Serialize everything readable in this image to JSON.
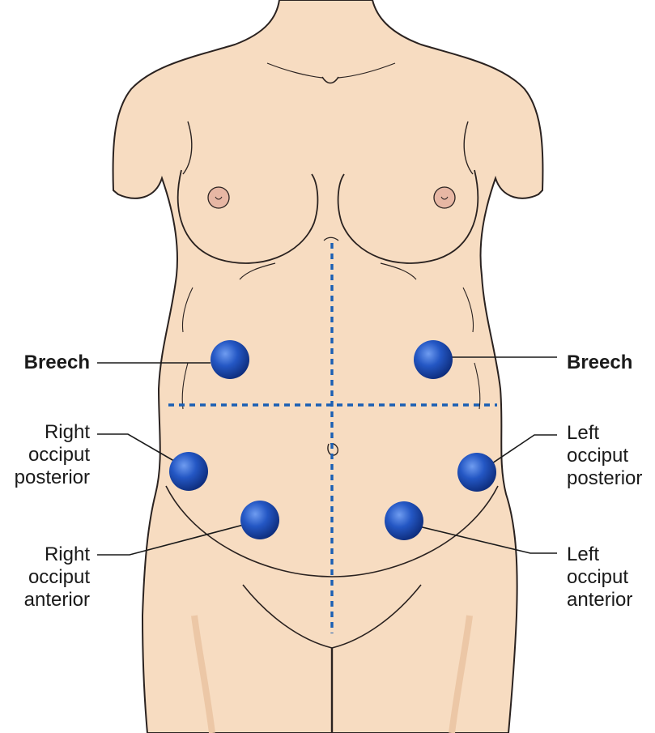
{
  "colors": {
    "skin": "#f7dcc1",
    "skin_shade": "#ecc7a6",
    "outline": "#2a2220",
    "nipple": "#e7b7a4",
    "marker": "#1d4fb8",
    "marker_dark": "#0d2f80",
    "marker_light": "#5c8de6",
    "guide_line": "#1a5fb4",
    "label_text": "#1a1a1a"
  },
  "labels": {
    "breech_right": "Breech",
    "breech_left": "Breech",
    "rop": [
      "Right",
      "occiput",
      "posterior"
    ],
    "roa": [
      "Right",
      "occiput",
      "anterior"
    ],
    "lop": [
      "Left",
      "occiput",
      "posterior"
    ],
    "loa": [
      "Left",
      "occiput",
      "anterior"
    ]
  },
  "markers": [
    {
      "id": "breech-right-marker",
      "label": "Breech"
    },
    {
      "id": "breech-left-marker",
      "label": "Breech"
    },
    {
      "id": "rop-marker",
      "label": "Right occiput posterior"
    },
    {
      "id": "roa-marker",
      "label": "Right occiput anterior"
    },
    {
      "id": "lop-marker",
      "label": "Left occiput posterior"
    },
    {
      "id": "loa-marker",
      "label": "Left occiput anterior"
    }
  ]
}
